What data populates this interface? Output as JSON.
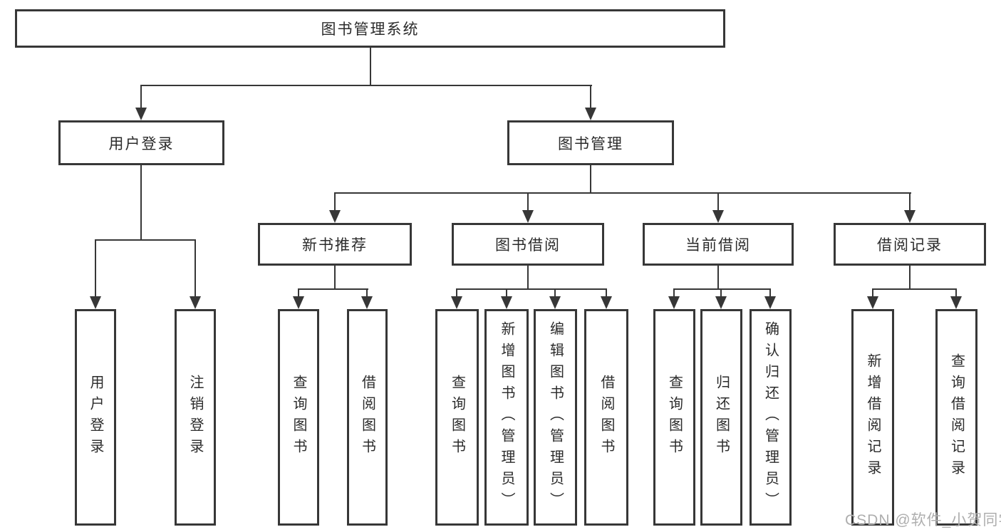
{
  "diagram": {
    "type": "tree",
    "root": "图书管理系统",
    "branches": [
      {
        "label": "用户登录",
        "leaves": [
          "用户登录",
          "注销登录"
        ]
      },
      {
        "label": "图书管理",
        "groups": [
          {
            "label": "新书推荐",
            "leaves": [
              "查询图书",
              "借阅图书"
            ]
          },
          {
            "label": "图书借阅",
            "leaves": [
              "查询图书",
              "新增图书（管理员）",
              "编辑图书（管理员）",
              "借阅图书"
            ]
          },
          {
            "label": "当前借阅",
            "leaves": [
              "查询图书",
              "归还图书",
              "确认归还（管理员）"
            ]
          },
          {
            "label": "借阅记录",
            "leaves": [
              "新增借阅记录",
              "查询借阅记录"
            ]
          }
        ]
      }
    ]
  },
  "watermark": "CSDN @软件_小贺同学",
  "colors": {
    "line": "#373737",
    "text": "#2b2b2b",
    "background": "#ffffff",
    "watermark": "#aeaeae"
  }
}
